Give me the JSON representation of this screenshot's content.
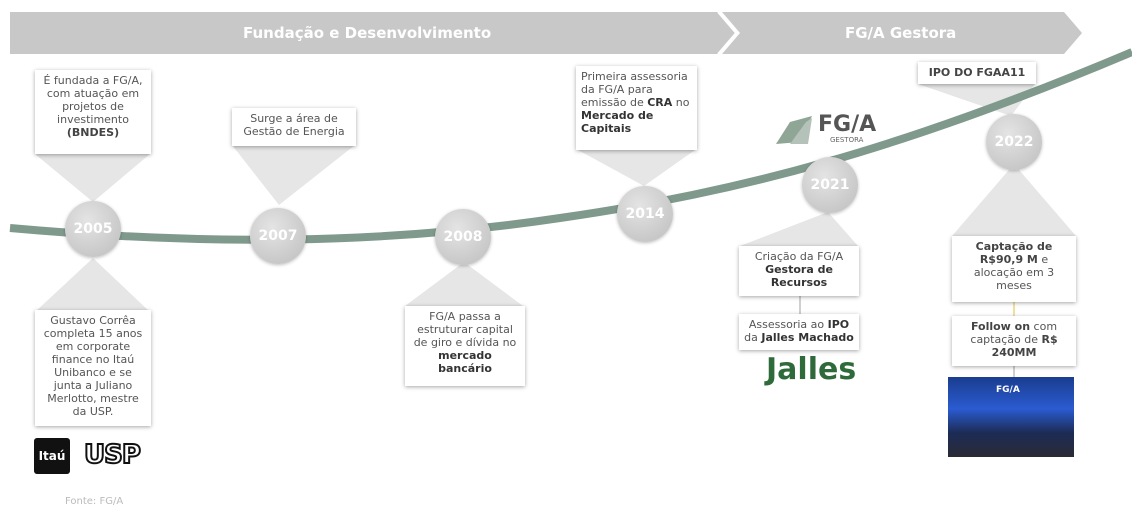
{
  "banner": {
    "left_title": "Fundação e Desenvolvimento",
    "right_title": "FG/A Gestora"
  },
  "years": [
    "2005",
    "2007",
    "2008",
    "2014",
    "2021",
    "2022"
  ],
  "events": {
    "e2005_top": {
      "line1": "É fundada a FG/A, com atuação em projetos de investimento",
      "bold": "(BNDES)"
    },
    "e2005_bottom": "Gustavo Corrêa completa 15 anos em corporate finance no Itaú Unibanco e se junta a Juliano Merlotto, mestre da USP.",
    "e2007": "Surge a área de Gestão de Energia",
    "e2008": {
      "text": "FG/A passa a estruturar capital de giro e dívida no",
      "bold": "mercado bancário"
    },
    "e2014": {
      "pre": "Primeira assessoria da FG/A para emissão de",
      "cra": "CRA",
      "mid": "no",
      "bold": "Mercado de Capitais"
    },
    "e2021_a": {
      "text": "Criação da FG/A",
      "bold": "Gestora de Recursos"
    },
    "e2021_b": {
      "pre": "Assessoria ao",
      "ipo": "IPO",
      "mid": "da",
      "bold": "Jalles Machado"
    },
    "e2022_ipo": "IPO DO FGAA11",
    "e2022_a": {
      "bold": "Captação de R$90,9 M",
      "text": "e alocação em 3 meses"
    },
    "e2022_b": {
      "bold1": "Follow on",
      "text": "com captação de",
      "bold2": "R$ 240MM"
    }
  },
  "logos": {
    "itau": "Itaú",
    "usp": "USP",
    "jalles": "Jalles",
    "fga": "FG/A",
    "fga_sub": "GESTORA",
    "photo_text": "FG/A"
  },
  "source": "Fonte: FG/A",
  "colors": {
    "banner": "#c8c8c8",
    "curve": "#7f9a8c",
    "circle": "#c9c9c9"
  }
}
